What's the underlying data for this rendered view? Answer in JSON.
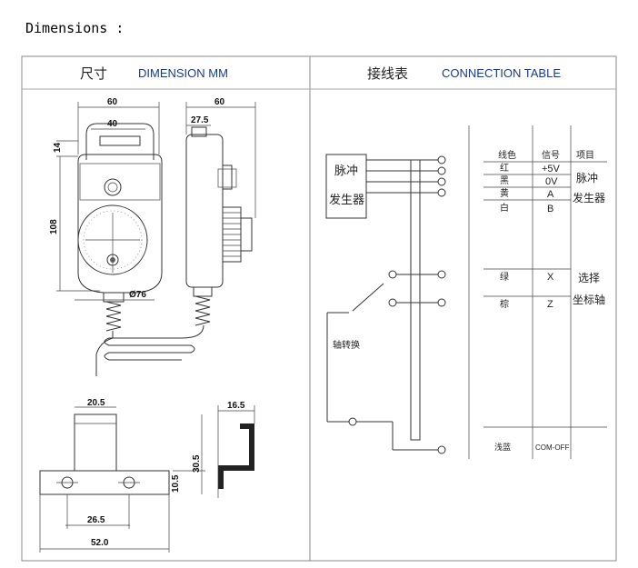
{
  "caption": "Dimensions :",
  "left_panel": {
    "header_cn": "尺寸",
    "header_en": "DIMENSION  MM",
    "dims": {
      "w60a": "60",
      "w40": "40",
      "w60b": "60",
      "w27_5": "27.5",
      "h14": "14",
      "h108": "108",
      "d76": "Ø76",
      "w20_5": "20.5",
      "w16_5": "16.5",
      "h30_5": "30.5",
      "h10_5": "10.5",
      "w26_5": "26.5",
      "w52": "52.0"
    }
  },
  "right_panel": {
    "header_cn": "接线表",
    "header_en": "CONNECTION  TABLE",
    "pulse_box": [
      "脉冲",
      "发生器"
    ],
    "axis_switch": "轴转换",
    "table_headers": [
      "线色",
      "信号",
      "项目"
    ],
    "rows": [
      {
        "color": "红",
        "signal": "+5V"
      },
      {
        "color": "黑",
        "signal": "0V"
      },
      {
        "color": "黄",
        "signal": "A"
      },
      {
        "color": "白",
        "signal": "B"
      }
    ],
    "item_pulse": [
      "脉冲",
      "发生器"
    ],
    "axis_rows": [
      {
        "color": "绿",
        "signal": "X"
      },
      {
        "color": "棕",
        "signal": "Z"
      }
    ],
    "item_axis": [
      "选择",
      "坐标轴"
    ],
    "bottom_row": {
      "color": "浅蓝",
      "signal": "COM-OFF"
    }
  }
}
